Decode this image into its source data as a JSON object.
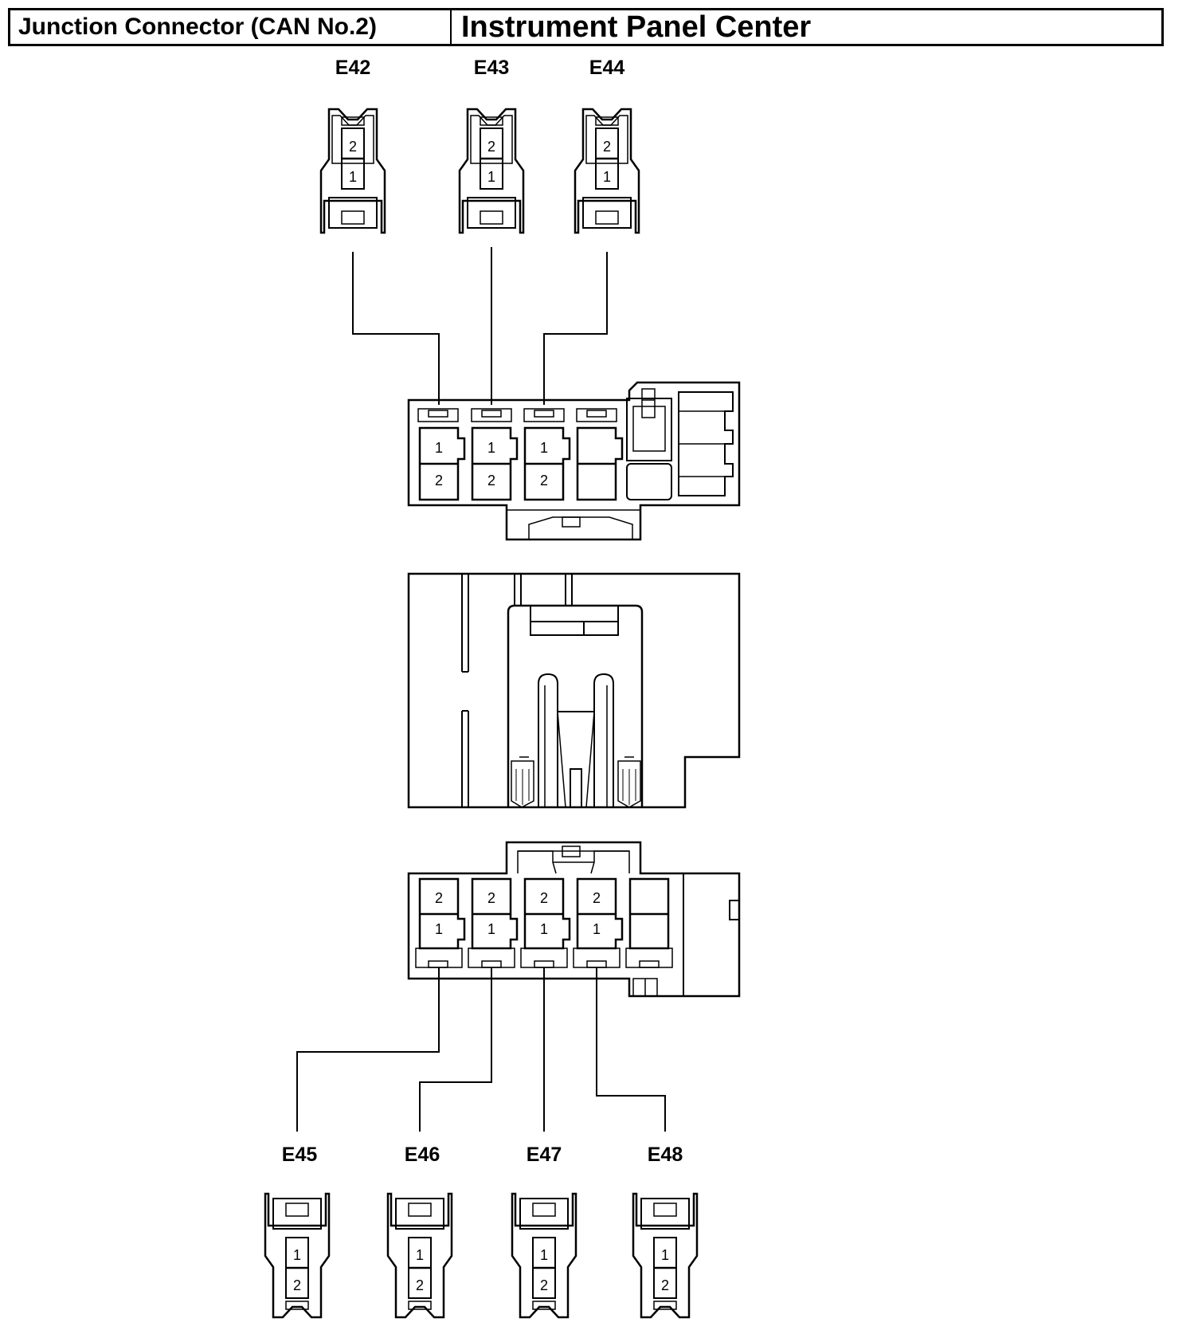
{
  "header": {
    "left_title": "Junction Connector (CAN No.2)",
    "right_title": "Instrument Panel Center"
  },
  "connectors": {
    "top": [
      {
        "id": "E42",
        "pins": [
          "2",
          "1"
        ]
      },
      {
        "id": "E43",
        "pins": [
          "2",
          "1"
        ]
      },
      {
        "id": "E44",
        "pins": [
          "2",
          "1"
        ]
      }
    ],
    "bottom": [
      {
        "id": "E45",
        "pins": [
          "1",
          "2"
        ]
      },
      {
        "id": "E46",
        "pins": [
          "1",
          "2"
        ]
      },
      {
        "id": "E47",
        "pins": [
          "1",
          "2"
        ]
      },
      {
        "id": "E48",
        "pins": [
          "1",
          "2"
        ]
      }
    ]
  },
  "junction_top": {
    "cavities": [
      {
        "top": "1",
        "bottom": "2"
      },
      {
        "top": "1",
        "bottom": "2"
      },
      {
        "top": "1",
        "bottom": "2"
      }
    ]
  },
  "junction_bottom": {
    "cavities": [
      {
        "top": "2",
        "bottom": "1"
      },
      {
        "top": "2",
        "bottom": "1"
      },
      {
        "top": "2",
        "bottom": "1"
      },
      {
        "top": "2",
        "bottom": "1"
      }
    ]
  }
}
